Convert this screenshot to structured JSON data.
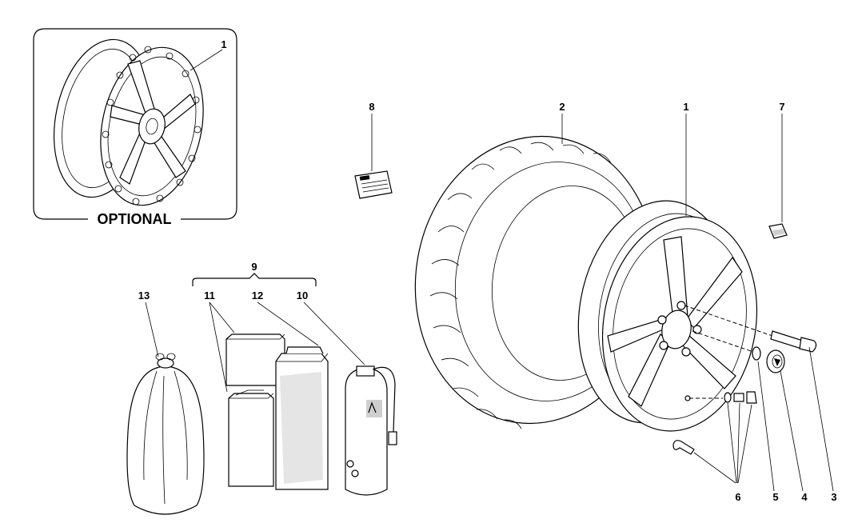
{
  "inset": {
    "caption": "OPTIONAL",
    "callout": "1"
  },
  "callouts": {
    "c1": "1",
    "c2": "2",
    "c3": "3",
    "c4": "4",
    "c5": "5",
    "c6": "6",
    "c7": "7",
    "c8": "8",
    "c9": "9",
    "c10": "10",
    "c11": "11",
    "c12": "12",
    "c13": "13"
  }
}
